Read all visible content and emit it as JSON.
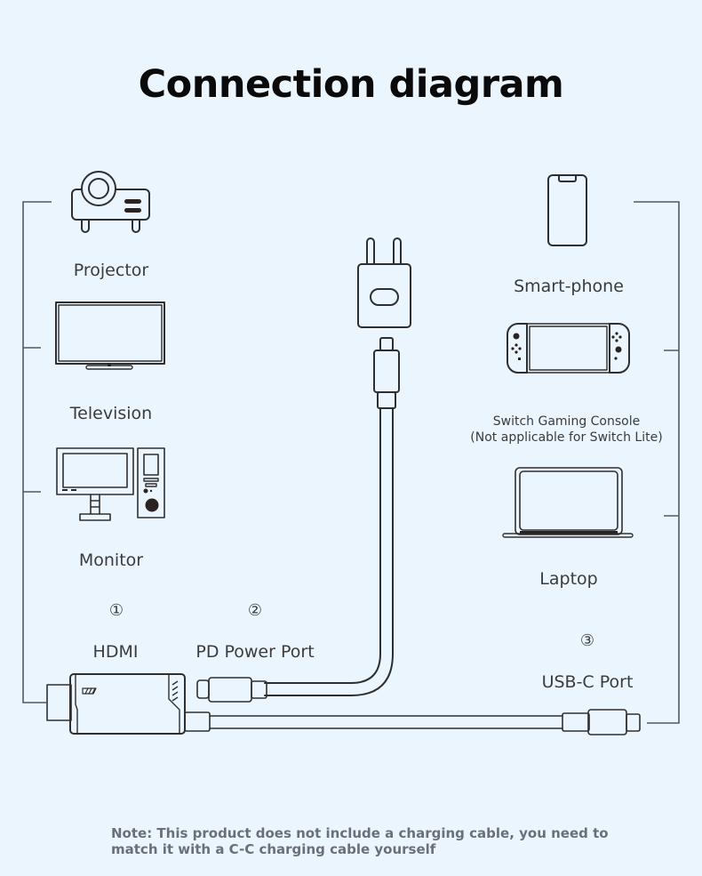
{
  "title": "Connection diagram",
  "left_devices": [
    {
      "label": "Projector",
      "icon": "projector-icon"
    },
    {
      "label": "Television",
      "icon": "television-icon"
    },
    {
      "label": "Monitor",
      "icon": "desktop-monitor-icon"
    }
  ],
  "right_devices": [
    {
      "label": "Smart-phone",
      "icon": "smartphone-icon"
    },
    {
      "label_line1": "Switch Gaming Console",
      "label_line2": "(Not applicable for Switch Lite)",
      "icon": "game-console-icon"
    },
    {
      "label": "Laptop",
      "icon": "laptop-icon"
    }
  ],
  "ports": [
    {
      "number": "①",
      "label": "HDMI"
    },
    {
      "number": "②",
      "label": "PD Power Port"
    },
    {
      "number": "③",
      "label": "USB-C Port"
    }
  ],
  "accessories": {
    "charger_icon": "power-adapter-icon",
    "adapter_icon": "hdmi-adapter-icon"
  },
  "note": "Note: This product does not include a charging cable, you need to match it with a C-C charging cable yourself",
  "colors": {
    "background": "#ebf5fd",
    "line": "#2f2f2f",
    "note_text": "#6b7076"
  }
}
